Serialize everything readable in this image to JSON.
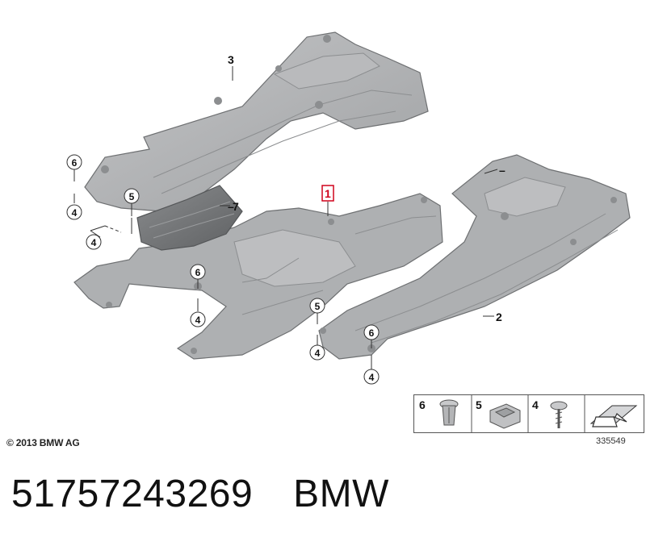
{
  "callouts": {
    "c1": "1",
    "c2": "2",
    "c3": "3",
    "c4": "4",
    "c5": "5",
    "c6": "6",
    "c7": "7"
  },
  "legend": {
    "item6": "6",
    "item5": "5",
    "item4": "4"
  },
  "copyright": "© 2013 BMW AG",
  "diagram_number": "335549",
  "part_number": "51757243269",
  "brand": "BMW",
  "colors": {
    "panel_fill": "#aeb0b2",
    "panel_stroke": "#6e7072",
    "highlight": "#d0021b"
  }
}
